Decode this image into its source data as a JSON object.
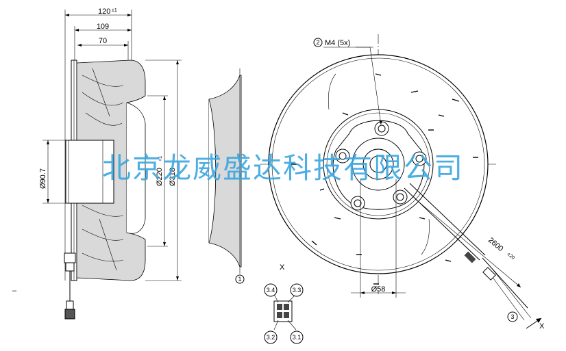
{
  "dimensions": {
    "overall_length": "120",
    "overall_length_tol": "±1",
    "length_109": "109",
    "length_70": "70",
    "motor_diameter": "Ø90.7",
    "inlet_diameter": "Ø220",
    "inlet_diameter_tol": "+1",
    "outer_diameter": "Ø318",
    "hub_diameter": "Ø58",
    "cable_length": "2600",
    "cable_length_tol": "±20",
    "mount_screw": "M4 (5x)"
  },
  "callouts": {
    "c1": "1",
    "c2": "2",
    "c3": "3",
    "c31": "3.1",
    "c32": "3.2",
    "c33": "3.3",
    "c34": "3.4"
  },
  "labels": {
    "detail_x": "X",
    "arrow_x": "X",
    "dash": "–"
  },
  "watermark": "北京龙威盛达科技有限公司",
  "colors": {
    "line": "#000000",
    "shade": "#d9d9d9",
    "watermark": "#3aa6e0"
  }
}
